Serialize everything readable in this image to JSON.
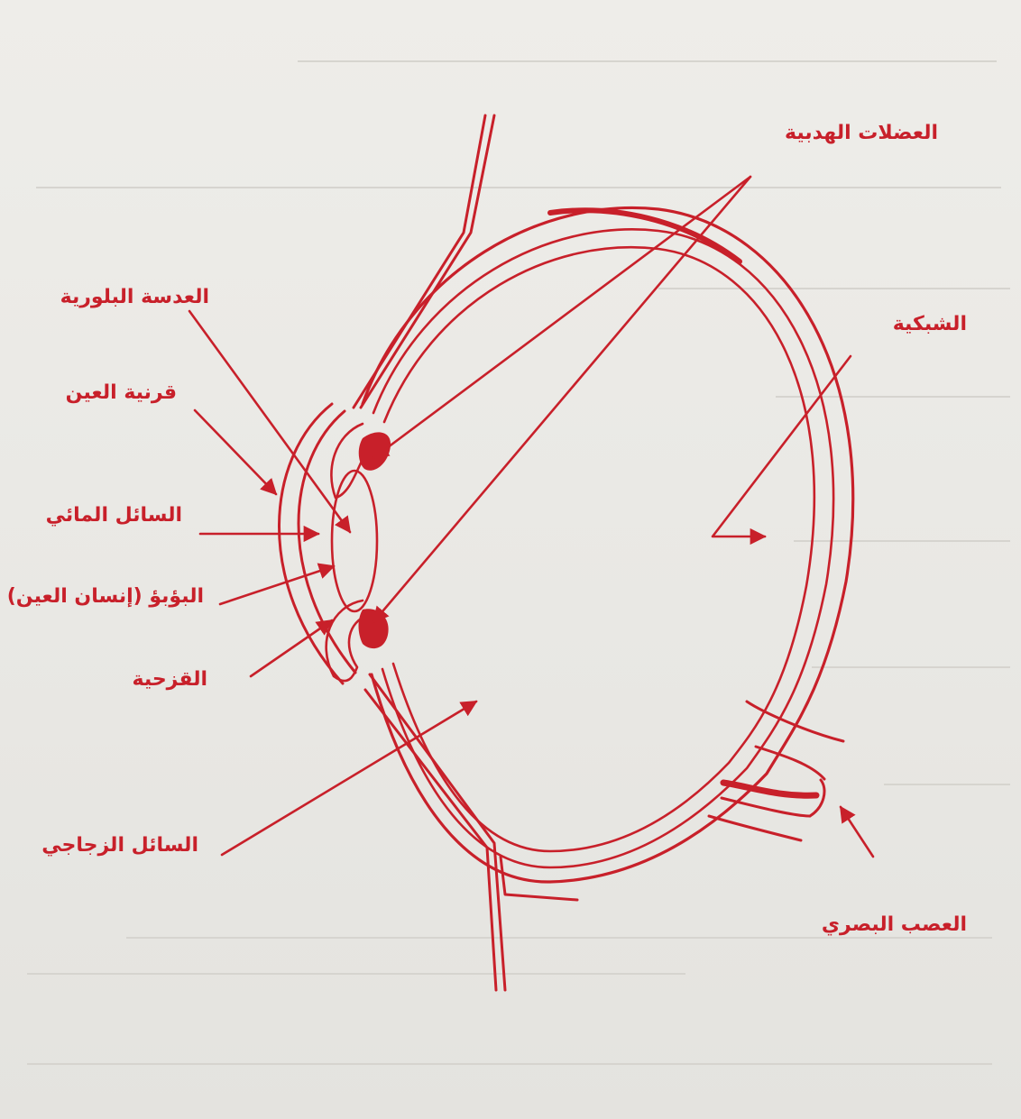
{
  "colors": {
    "ink": "#c8202a",
    "tissue": "#c8202a",
    "paper": "#ecebe7",
    "bleed_through": "#d6d4cf"
  },
  "labels": {
    "ciliary_muscles": "العضلات الهدبية",
    "crystalline_lens": "العدسة البلورية",
    "retina": "الشبكية",
    "cornea": "قرنية العين",
    "aqueous_humor": "السائل المائي",
    "pupil": "البؤبؤ (إنسان العين)",
    "iris": "القزحية",
    "vitreous_humor": "السائل الزجاجي",
    "optic_nerve": "العصب البصري"
  }
}
